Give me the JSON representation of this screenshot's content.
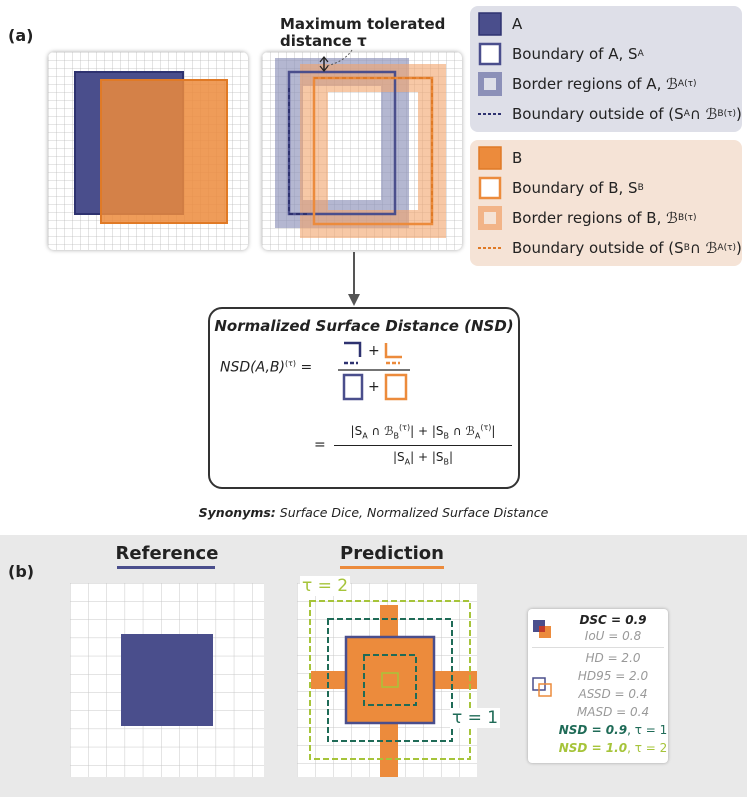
{
  "panel_a": {
    "label": "(a)",
    "tolerance_label_line1": "Maximum tolerated",
    "tolerance_label_line2": "distance τ",
    "legend_a": [
      {
        "icon": "filled-square-a-icon",
        "text": "A"
      },
      {
        "icon": "boundary-a-icon",
        "text": "Boundary of A, S",
        "sub": "A"
      },
      {
        "icon": "border-region-a-icon",
        "text": "Border regions of A, ℬ",
        "sub": "A",
        "sup": "(τ)"
      },
      {
        "icon": "dashed-line-a-icon",
        "text": "Boundary outside of (S",
        "sub": "A",
        "mid": " ∩ ℬ",
        "sub2": "B",
        "sup": "(τ)",
        "end": ")"
      }
    ],
    "legend_b": [
      {
        "icon": "filled-square-b-icon",
        "text": "B"
      },
      {
        "icon": "boundary-b-icon",
        "text": "Boundary of B, S",
        "sub": "B"
      },
      {
        "icon": "border-region-b-icon",
        "text": "Border regions of B, ℬ",
        "sub": "B",
        "sup": "(τ)"
      },
      {
        "icon": "dashed-line-b-icon",
        "text": "Boundary outside of (S",
        "sub": "B",
        "mid": " ∩ ℬ",
        "sub2": "A",
        "sup": "(τ)",
        "end": ")"
      }
    ],
    "nsd_title": "Normalized Surface Distance (NSD)",
    "nsd_lhs": "NSD(A,B)",
    "nsd_lhs_sup": "(τ)",
    "equals": "=",
    "plus": "+",
    "frac2_num": "|S_A ∩ ℬ_B^(τ)| + |S_B ∩ ℬ_A^(τ)|",
    "frac2_den": "|S_A| + |S_B|",
    "synonyms_label": "Synonyms:",
    "synonyms_text": " Surface Dice, Normalized Surface Distance"
  },
  "panel_b": {
    "label": "(b)",
    "reference_heading": "Reference",
    "prediction_heading": "Prediction",
    "tau2_label": "τ = 2",
    "tau1_label": "τ = 1",
    "metrics": {
      "dsc": "DSC = 0.9",
      "iou": "IoU = 0.8",
      "hd": "HD = 2.0",
      "hd95": "HD95 = 2.0",
      "assd": "ASSD = 0.4",
      "masd": "MASD = 0.4",
      "nsd1": "NSD = 0.9",
      "nsd1_tau": ", τ = 1",
      "nsd2": "NSD = 1.0",
      "nsd2_tau": ", τ = 2"
    }
  },
  "colors": {
    "blue": "#4a4e8c",
    "orange": "#ec8b3c",
    "dark_green": "#1f6b57",
    "light_green": "#a6c43a",
    "legend_a_bg": "#dedfe8",
    "legend_b_bg": "#f5e3d6"
  }
}
